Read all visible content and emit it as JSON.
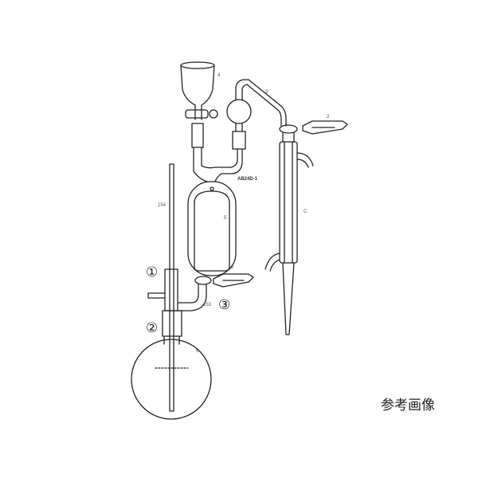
{
  "labels": {
    "funnel": "4",
    "adapter_tube": "3",
    "clamp_top": "2",
    "clamp_bottom": "2",
    "model": "AB24D-1",
    "rod": "154",
    "extractor": "5",
    "condenser": "C",
    "connector": "153",
    "flask": "6",
    "callout_1": "①",
    "callout_2": "②",
    "callout_3": "③"
  },
  "caption": "参考画像"
}
